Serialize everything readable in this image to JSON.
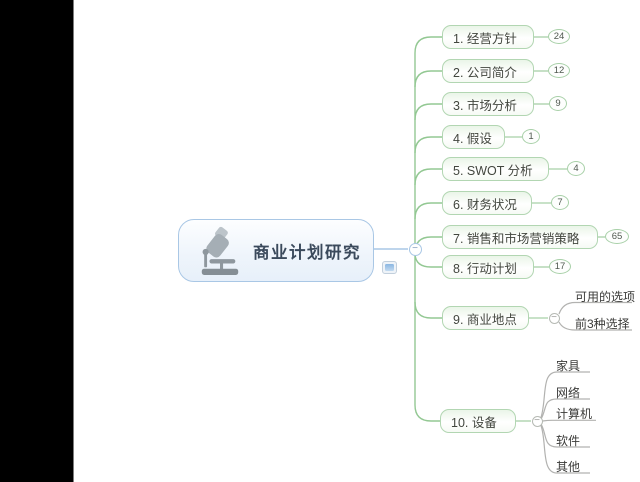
{
  "app": {
    "description_label": "mind-map canvas"
  },
  "colors": {
    "panel_black": "#000000",
    "root_border_blue": "#a9c7e5",
    "branch_border_green": "#b2d6b2",
    "trunk_green": "#93c893",
    "sub_connector_gray": "#b2b2b0",
    "topic_text": "#42463e",
    "root_text": "#3b4a5c"
  },
  "root": {
    "label": "商业计划研究",
    "collapse_sign": "−",
    "icons": [
      "microscope-icon",
      "notes-icon"
    ]
  },
  "branches": [
    {
      "label": "1. 经营方针",
      "count": "24"
    },
    {
      "label": "2. 公司简介",
      "count": "12"
    },
    {
      "label": "3. 市场分析",
      "count": "9"
    },
    {
      "label": "4. 假设",
      "count": "1"
    },
    {
      "label": "5. SWOT 分析",
      "count": "4"
    },
    {
      "label": "6. 财务状况",
      "count": "7"
    },
    {
      "label": "7. 销售和市场营销策略",
      "count": "65"
    },
    {
      "label": "8. 行动计划",
      "count": "17"
    },
    {
      "label": "9. 商业地点",
      "collapse_sign": "−",
      "children": [
        {
          "label": "可用的选项"
        },
        {
          "label": "前3种选择"
        }
      ]
    },
    {
      "label": "10. 设备",
      "collapse_sign": "−",
      "children": [
        {
          "label": "家具"
        },
        {
          "label": "网络"
        },
        {
          "label": "计算机"
        },
        {
          "label": "软件"
        },
        {
          "label": "其他"
        }
      ]
    }
  ]
}
